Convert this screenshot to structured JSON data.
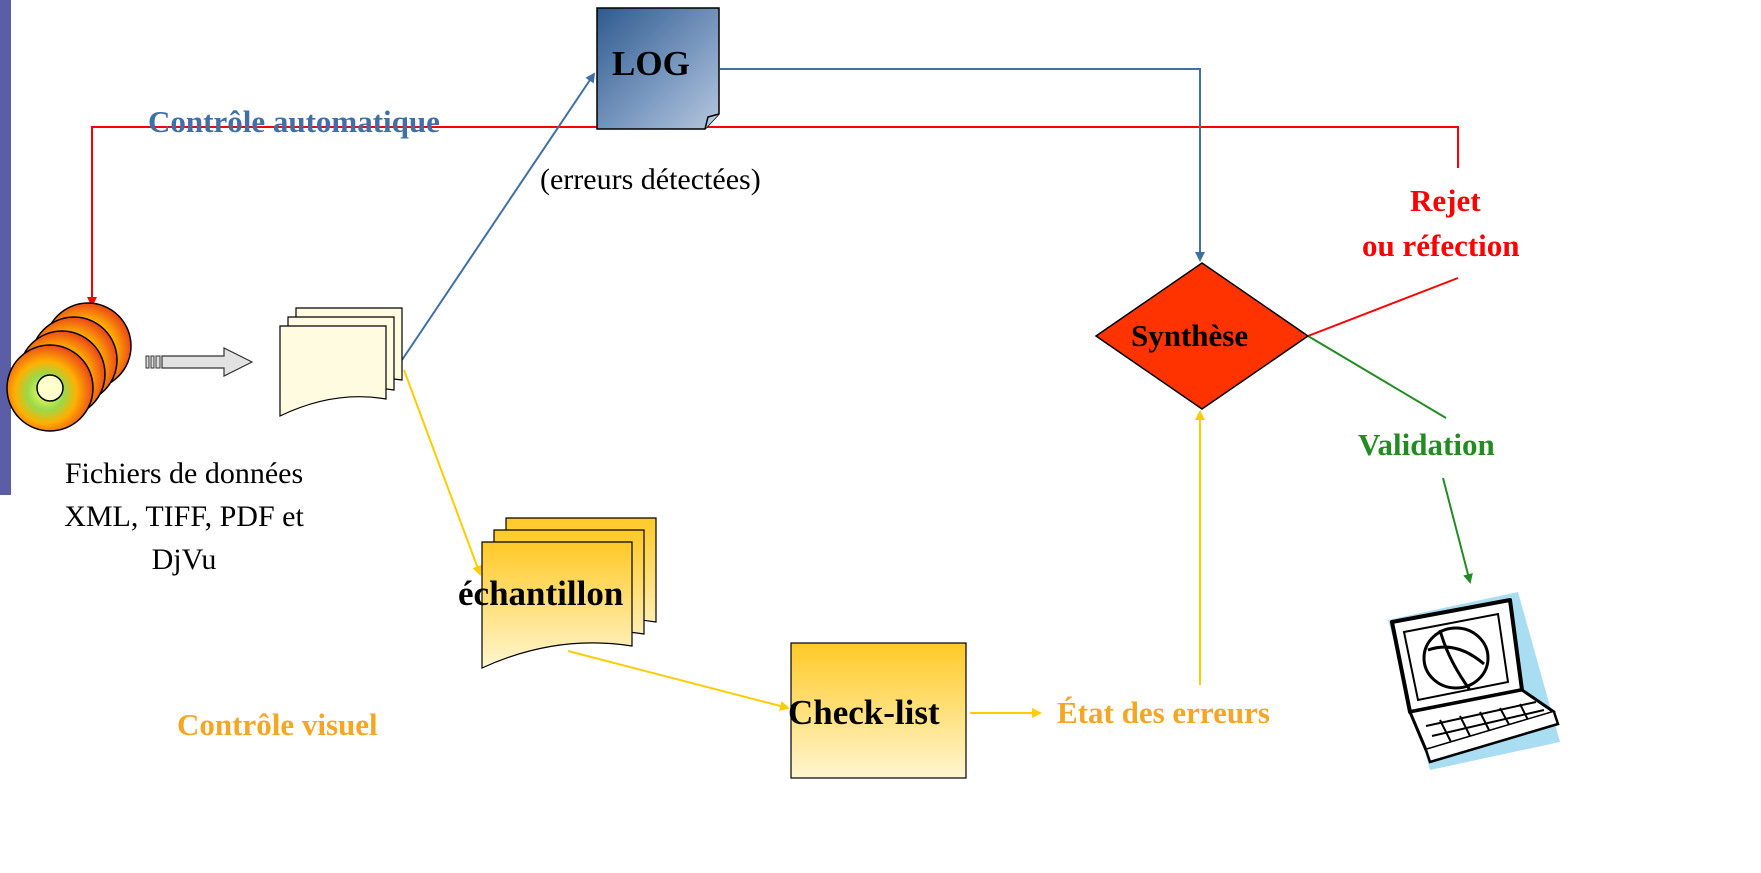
{
  "colors": {
    "blue": "#3F6FA5",
    "red": "#FF0000",
    "green": "#228B22",
    "orange": "#F5A623",
    "yellow_line": "#FFCC00",
    "synthese_fill": "#FF3300",
    "sidebar": "#5B5EA6"
  },
  "labels": {
    "log": "LOG",
    "erreurs_detectees": "(erreurs détectées)",
    "controle_automatique": "Contrôle automatique",
    "rejet": "Rejet",
    "ou_refection": "ou réfection",
    "synthese": "Synthèse",
    "validation": "Validation",
    "fichiers_line1": "Fichiers de données",
    "fichiers_line2": "XML, TIFF, PDF et",
    "fichiers_line3": "DjVu",
    "echantillon": "échantillon",
    "check_list": "Check-list",
    "etat_des_erreurs": "État des erreurs",
    "controle_visuel": "Contrôle visuel"
  },
  "icons": [
    "cd-stack-icon",
    "arrow-right-icon",
    "document-stack-icon",
    "log-document-icon",
    "computer-icon"
  ]
}
